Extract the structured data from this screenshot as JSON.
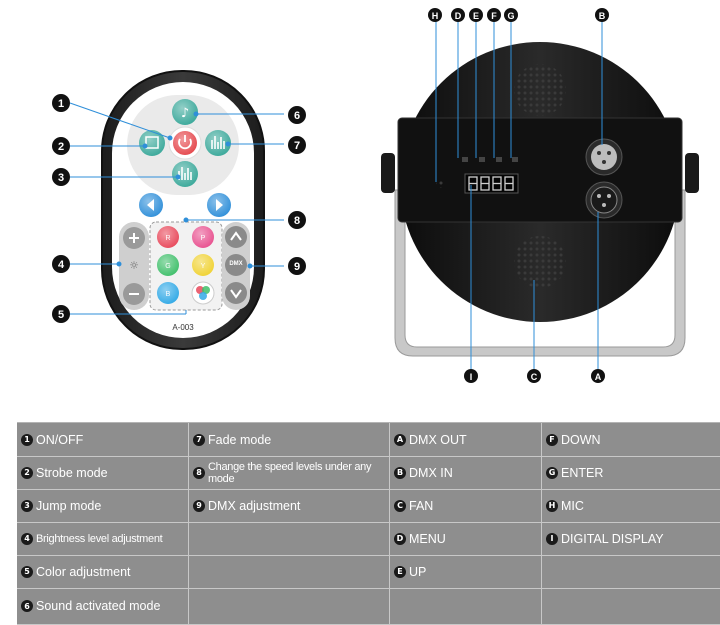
{
  "remote": {
    "model": "A-003",
    "dmx_button_label": "DMX",
    "color_button_letters": [
      "R",
      "P",
      "G",
      "Y",
      "B"
    ],
    "callouts": [
      "1",
      "2",
      "3",
      "4",
      "5",
      "6",
      "7",
      "8",
      "9"
    ]
  },
  "fixture": {
    "callouts": [
      "H",
      "D",
      "E",
      "F",
      "G",
      "B",
      "I",
      "C",
      "A"
    ]
  },
  "legend": {
    "rows": [
      [
        {
          "badge": "1",
          "text": "ON/OFF"
        },
        {
          "badge": "7",
          "text": "Fade mode"
        },
        {
          "badge": "A",
          "text": "DMX OUT"
        },
        {
          "badge": "F",
          "text": "DOWN"
        }
      ],
      [
        {
          "badge": "2",
          "text": "Strobe mode"
        },
        {
          "badge": "8",
          "text": "Change the speed levels under any mode"
        },
        {
          "badge": "B",
          "text": "DMX IN"
        },
        {
          "badge": "G",
          "text": "ENTER"
        }
      ],
      [
        {
          "badge": "3",
          "text": "Jump mode"
        },
        {
          "badge": "9",
          "text": "DMX adjustment"
        },
        {
          "badge": "C",
          "text": "FAN"
        },
        {
          "badge": "H",
          "text": "MIC"
        }
      ],
      [
        {
          "badge": "4",
          "text": "Brightness level adjustment"
        },
        {
          "badge": "",
          "text": ""
        },
        {
          "badge": "D",
          "text": "MENU"
        },
        {
          "badge": "I",
          "text": "DIGITAL DISPLAY"
        }
      ],
      [
        {
          "badge": "5",
          "text": "Color adjustment"
        },
        {
          "badge": "",
          "text": ""
        },
        {
          "badge": "E",
          "text": "UP"
        },
        {
          "badge": "",
          "text": ""
        }
      ],
      [
        {
          "badge": "6",
          "text": "Sound activated mode"
        },
        {
          "badge": "",
          "text": ""
        },
        {
          "badge": "",
          "text": ""
        },
        {
          "badge": "",
          "text": ""
        }
      ]
    ]
  }
}
